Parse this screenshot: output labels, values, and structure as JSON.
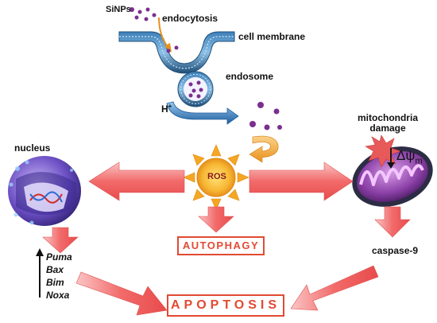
{
  "labels": {
    "sinps": "SiNPs",
    "endocytosis": "endocytosis",
    "cell_membrane": "cell membrane",
    "endosome": "endosome",
    "h_plus": "H",
    "h_plus_sup": "+",
    "ros": "ROS",
    "nucleus": "nucleus",
    "mitochondria_damage_1": "mitochondria",
    "mitochondria_damage_2": "damage",
    "delta_psi": "Δψ",
    "delta_psi_sub": "m",
    "caspase": "caspase-9",
    "autophagy": "AUTOPHAGY",
    "apoptosis": "APOPTOSIS"
  },
  "genes": [
    "Puma",
    "Bax",
    "Bim",
    "Noxa"
  ],
  "colors": {
    "arrow": "#f26a6a",
    "membrane": "#1f4e79",
    "particle": "#7b2f8f",
    "sun": "#f5a623",
    "box_border": "#e24a33"
  }
}
